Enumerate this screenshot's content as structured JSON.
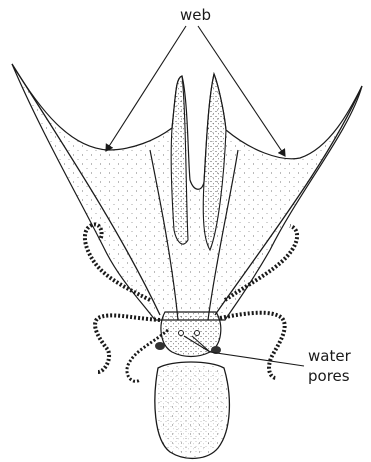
{
  "labels": {
    "web": "web",
    "water_pores_line1": "water",
    "water_pores_line2": "pores"
  },
  "colors": {
    "ink": "#1a1a1a",
    "background": "#ffffff"
  }
}
